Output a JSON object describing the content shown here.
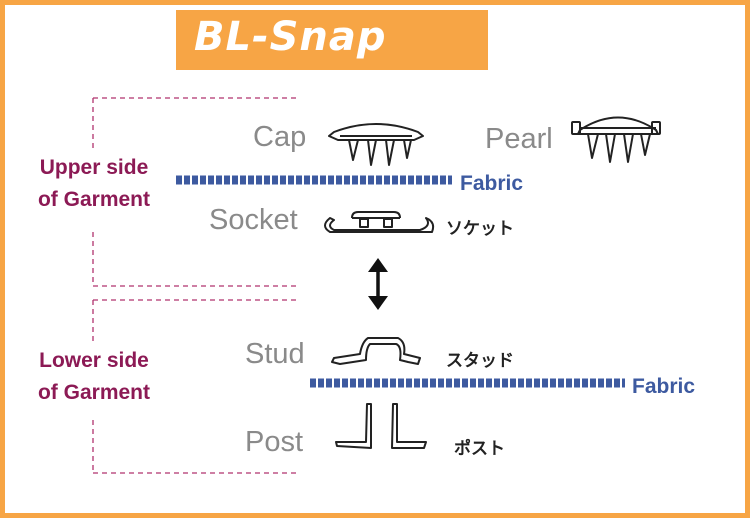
{
  "title": "BL-Snap",
  "sides": {
    "upper": [
      "Upper side",
      "of Garment"
    ],
    "lower": [
      "Lower side",
      "of Garment"
    ]
  },
  "parts": {
    "cap": "Cap",
    "pearl": "Pearl",
    "socket": "Socket",
    "socket_jp": "ソケット",
    "stud": "Stud",
    "stud_jp": "スタッド",
    "post": "Post",
    "post_jp": "ポスト"
  },
  "fabric": {
    "upper": "Fabric",
    "lower": "Fabric"
  },
  "colors": {
    "frame": "#f7a545",
    "side_text": "#8c1a55",
    "fabric": "#3d5aa0",
    "part_text": "#8a8a8a",
    "bracket": "#b0336e"
  },
  "icons": {
    "connector": "double-arrow-vertical-icon"
  }
}
